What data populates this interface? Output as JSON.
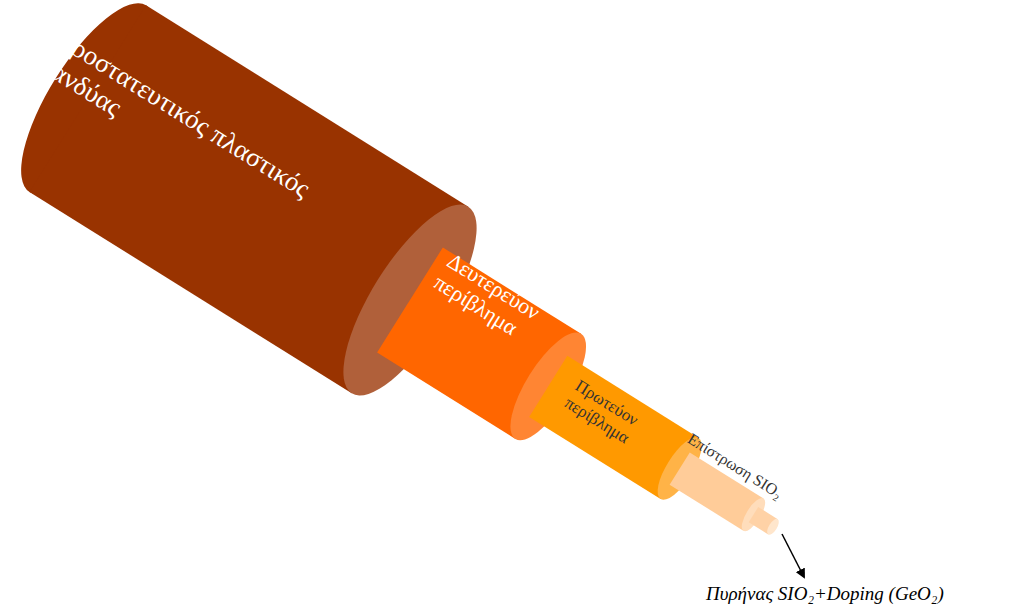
{
  "diagram": {
    "labels": [
      "Προστατευτικός πλαστικός μανδύας",
      "Δευτερεύον περίβλημα",
      "Πρωτεύον περίβλημα",
      "Επίστρωση SIO₂",
      "Πυρήνας SIO₂+Doping (GeO₂)"
    ]
  }
}
